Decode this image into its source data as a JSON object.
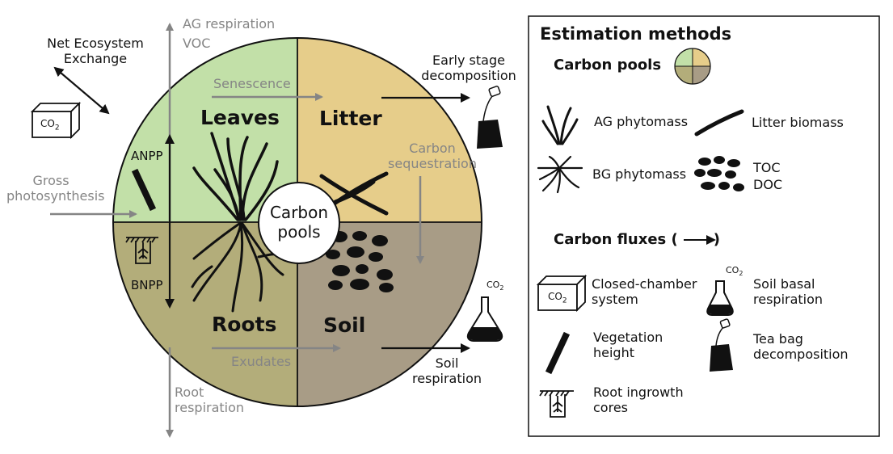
{
  "colors": {
    "leaves": "#c2e0a8",
    "litter": "#e6cd8a",
    "roots": "#b3ad7a",
    "soil": "#a89c86",
    "flux_gray": "#858585",
    "ink": "#111111"
  },
  "diagram": {
    "center_label": [
      "Carbon",
      "pools"
    ],
    "quadrants": {
      "leaves": "Leaves",
      "litter": "Litter",
      "roots": "Roots",
      "soil": "Soil"
    },
    "fluxes": {
      "ag_respiration": "AG respiration",
      "voc": "VOC",
      "senescence": "Senescence",
      "carbon_sequestration": [
        "Carbon",
        "sequestration"
      ],
      "gross_photosynthesis": [
        "Gross",
        "photosynthesis"
      ],
      "anpp": "ANPP",
      "bnpp": "BNPP",
      "exudates": "Exudates",
      "root_respiration": [
        "Root",
        "respiration"
      ],
      "net_ecosystem_exchange": [
        "Net Ecosystem",
        "Exchange"
      ],
      "early_stage_decomposition": [
        "Early stage",
        "decomposition"
      ],
      "soil_respiration": [
        "Soil",
        "respiration"
      ],
      "co2": "CO",
      "co2_sub": "2"
    }
  },
  "legend": {
    "title": "Estimation methods",
    "carbon_pools": "Carbon pools",
    "carbon_fluxes": "Carbon fluxes (",
    "carbon_fluxes_close": ")",
    "items": {
      "ag_phytomass": "AG phytomass",
      "litter_biomass": "Litter biomass",
      "bg_phytomass": "BG phytomass",
      "toc": "TOC",
      "doc": "DOC",
      "closed_chamber": [
        "Closed-chamber",
        "system"
      ],
      "soil_basal": [
        "Soil basal",
        "respiration"
      ],
      "vegetation_height": [
        "Vegetation",
        "height"
      ],
      "tea_bag": [
        "Tea bag",
        "decomposition"
      ],
      "root_ingrowth": [
        "Root ingrowth",
        "cores"
      ]
    }
  }
}
